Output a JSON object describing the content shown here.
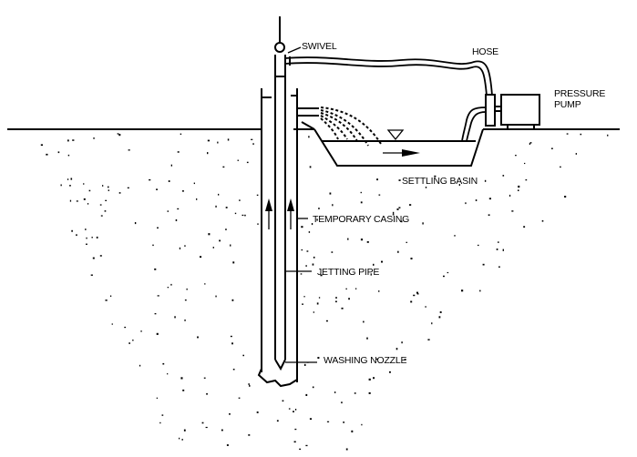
{
  "title": "Jetting method well construction diagram",
  "labels": {
    "swivel": "SWIVEL",
    "hose": "HOSE",
    "pressure_pump_line1": "PRESSURE",
    "pressure_pump_line2": "PUMP",
    "settling_basin": "SETTLING BASIN",
    "temporary_casing": "TEMPORARY CASING",
    "jetting_pipe": "JETTING PIPE",
    "washing_nozzle": "WASHING NOZZLE"
  },
  "colors": {
    "line": "#000000",
    "background": "#ffffff"
  }
}
